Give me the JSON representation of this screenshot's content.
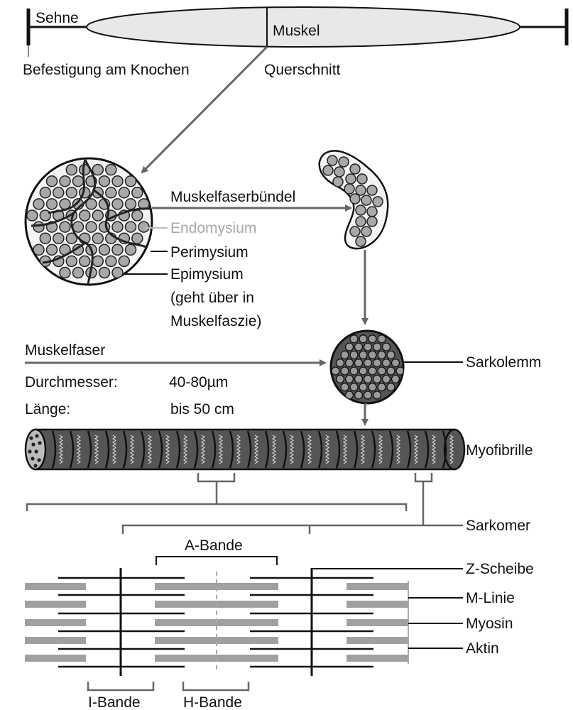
{
  "labels": {
    "tendon": "Sehne",
    "muscle": "Muskel",
    "bone_attachment": "Befestigung am Knochen",
    "cross_section": "Querschnitt",
    "fiber_bundle": "Muskelfaserbündel",
    "endomysium": "Endomysium",
    "perimysium": "Perimysium",
    "epimysium": "Epimysium",
    "epimysium_note_1": "(geht über in",
    "epimysium_note_2": "Muskelfaszie)",
    "muscle_fiber": "Muskelfaser",
    "diameter_label": "Durchmesser:",
    "diameter_value": "40-80µm",
    "length_label": "Länge:",
    "length_value": "bis 50 cm",
    "sarcolemma": "Sarkolemm",
    "myofibril": "Myofibrille",
    "sarcomere": "Sarkomer",
    "a_band": "A-Bande",
    "z_disc": "Z-Scheibe",
    "m_line": "M-Linie",
    "myosin": "Myosin",
    "actin": "Aktin",
    "i_band": "I-Bande",
    "h_band": "H-Bande"
  },
  "colors": {
    "line": "#111111",
    "arrow": "#666666",
    "muscle_fill": "#e8e8e8",
    "circle_fill": "#a8a8a8",
    "dark_fill": "#555555",
    "actin_gray": "#a0a0a0",
    "endomysium_text": "#a8a8a8"
  }
}
